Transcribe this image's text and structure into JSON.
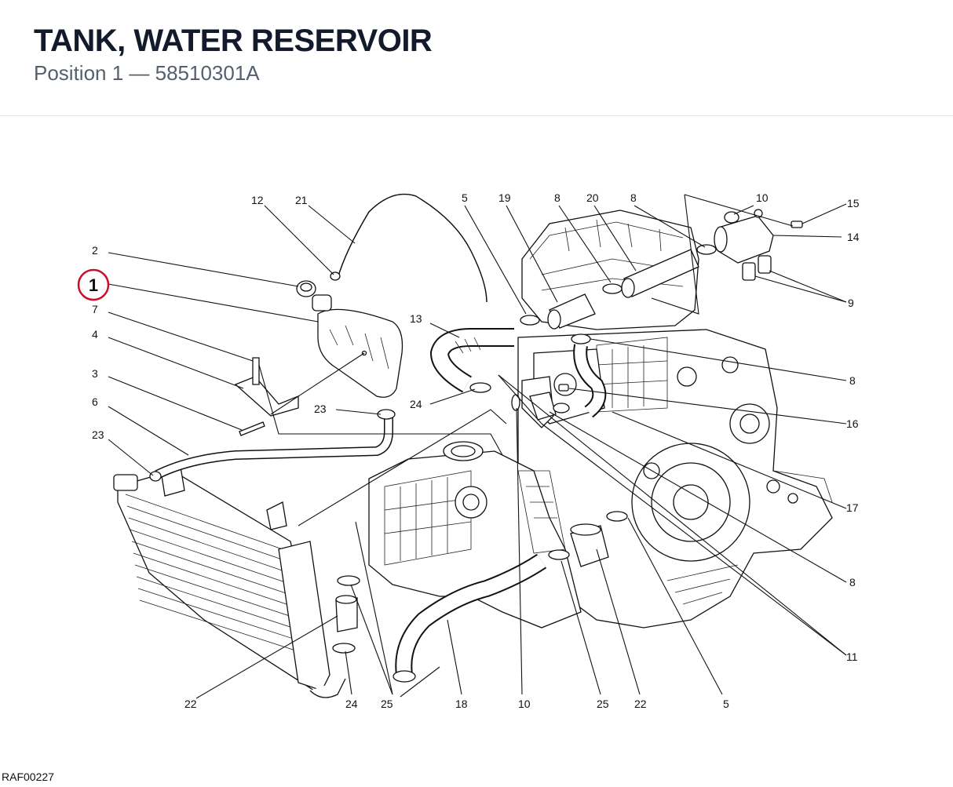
{
  "header": {
    "title": "TANK, WATER RESERVOIR",
    "subtitle": "Position 1 — 58510301A"
  },
  "footer": {
    "ref_code": "RAF00227"
  },
  "highlight": {
    "label": "1",
    "color": "#c8102e"
  },
  "callouts": [
    {
      "id": "c12a",
      "label": "12"
    },
    {
      "id": "c21",
      "label": "21"
    },
    {
      "id": "c5a",
      "label": "5"
    },
    {
      "id": "c19",
      "label": "19"
    },
    {
      "id": "c8a",
      "label": "8"
    },
    {
      "id": "c20",
      "label": "20"
    },
    {
      "id": "c8b",
      "label": "8"
    },
    {
      "id": "c10a",
      "label": "10"
    },
    {
      "id": "c15",
      "label": "15"
    },
    {
      "id": "c14",
      "label": "14"
    },
    {
      "id": "c2",
      "label": "2"
    },
    {
      "id": "c7",
      "label": "7"
    },
    {
      "id": "c4",
      "label": "4"
    },
    {
      "id": "c3",
      "label": "3"
    },
    {
      "id": "c6",
      "label": "6"
    },
    {
      "id": "c23a",
      "label": "23"
    },
    {
      "id": "c23b",
      "label": "23"
    },
    {
      "id": "c24a",
      "label": "24"
    },
    {
      "id": "c13",
      "label": "13"
    },
    {
      "id": "c9",
      "label": "9"
    },
    {
      "id": "c8c",
      "label": "8"
    },
    {
      "id": "c16",
      "label": "16"
    },
    {
      "id": "c17",
      "label": "17"
    },
    {
      "id": "c8d",
      "label": "8"
    },
    {
      "id": "c11",
      "label": "11"
    },
    {
      "id": "c22a",
      "label": "22"
    },
    {
      "id": "c24b",
      "label": "24"
    },
    {
      "id": "c25a",
      "label": "25"
    },
    {
      "id": "c18",
      "label": "18"
    },
    {
      "id": "c10b",
      "label": "10"
    },
    {
      "id": "c25b",
      "label": "25"
    },
    {
      "id": "c22b",
      "label": "22"
    },
    {
      "id": "c5b",
      "label": "5"
    }
  ]
}
